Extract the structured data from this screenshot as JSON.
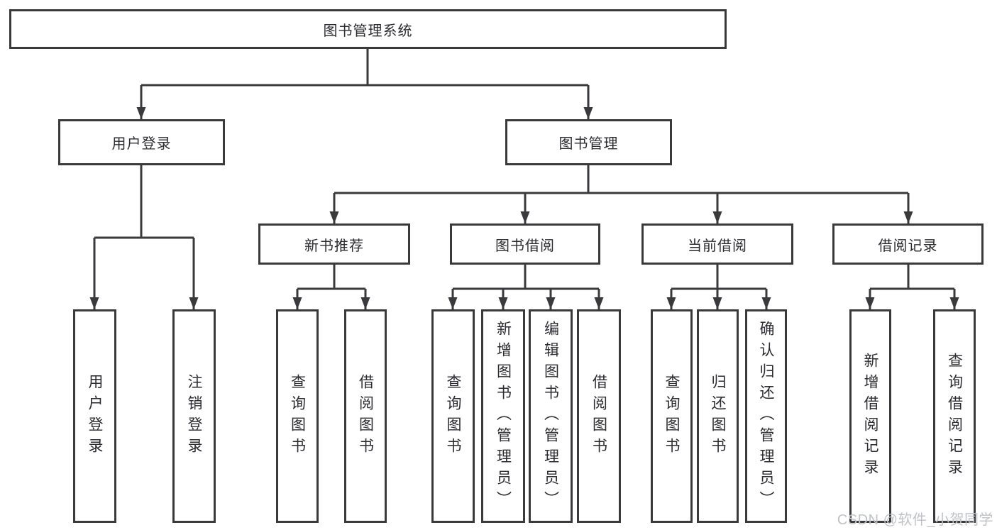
{
  "diagram": {
    "root": {
      "label": "图书管理系统"
    },
    "branches": [
      {
        "label": "用户登录",
        "children": [
          {
            "label": "用户登录"
          },
          {
            "label": "注销登录"
          }
        ]
      },
      {
        "label": "图书管理",
        "children": [
          {
            "label": "新书推荐",
            "children": [
              {
                "label": "查询图书"
              },
              {
                "label": "借阅图书"
              }
            ]
          },
          {
            "label": "图书借阅",
            "children": [
              {
                "label": "查询图书"
              },
              {
                "label": "新增图书（管理员）"
              },
              {
                "label": "编辑图书（管理员）"
              },
              {
                "label": "借阅图书"
              }
            ]
          },
          {
            "label": "当前借阅",
            "children": [
              {
                "label": "查询图书"
              },
              {
                "label": "归还图书"
              },
              {
                "label": "确认归还（管理员）"
              }
            ]
          },
          {
            "label": "借阅记录",
            "children": [
              {
                "label": "新增借阅记录"
              },
              {
                "label": "查询借阅记录"
              }
            ]
          }
        ]
      }
    ]
  },
  "watermark": {
    "text": "CSDN @软件_小贺同学"
  },
  "colors": {
    "line": "#3a3a3c",
    "text": "#2b2b30",
    "watermark": "#bfc3c7",
    "background": "#ffffff"
  }
}
